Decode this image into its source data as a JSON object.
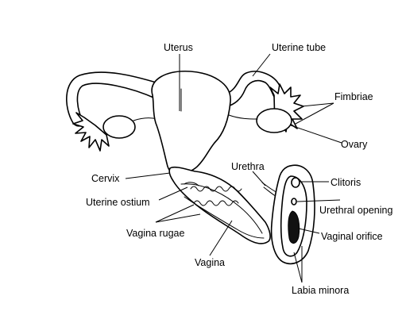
{
  "labels": {
    "uterus": "Uterus",
    "uterine_tube": "Uterine tube",
    "fimbriae": "Fimbriae",
    "ovary": "Ovary",
    "cervix": "Cervix",
    "urethra": "Urethra",
    "clitoris": "Clitoris",
    "uterine_ostium": "Uterine ostium",
    "urethral_opening": "Urethral opening",
    "vagina_rugae": "Vagina rugae",
    "vaginal_orifice": "Vaginal orifice",
    "vagina": "Vagina",
    "labia_minora": "Labia minora"
  },
  "colors": {
    "line": "#000000",
    "background": "#ffffff"
  }
}
